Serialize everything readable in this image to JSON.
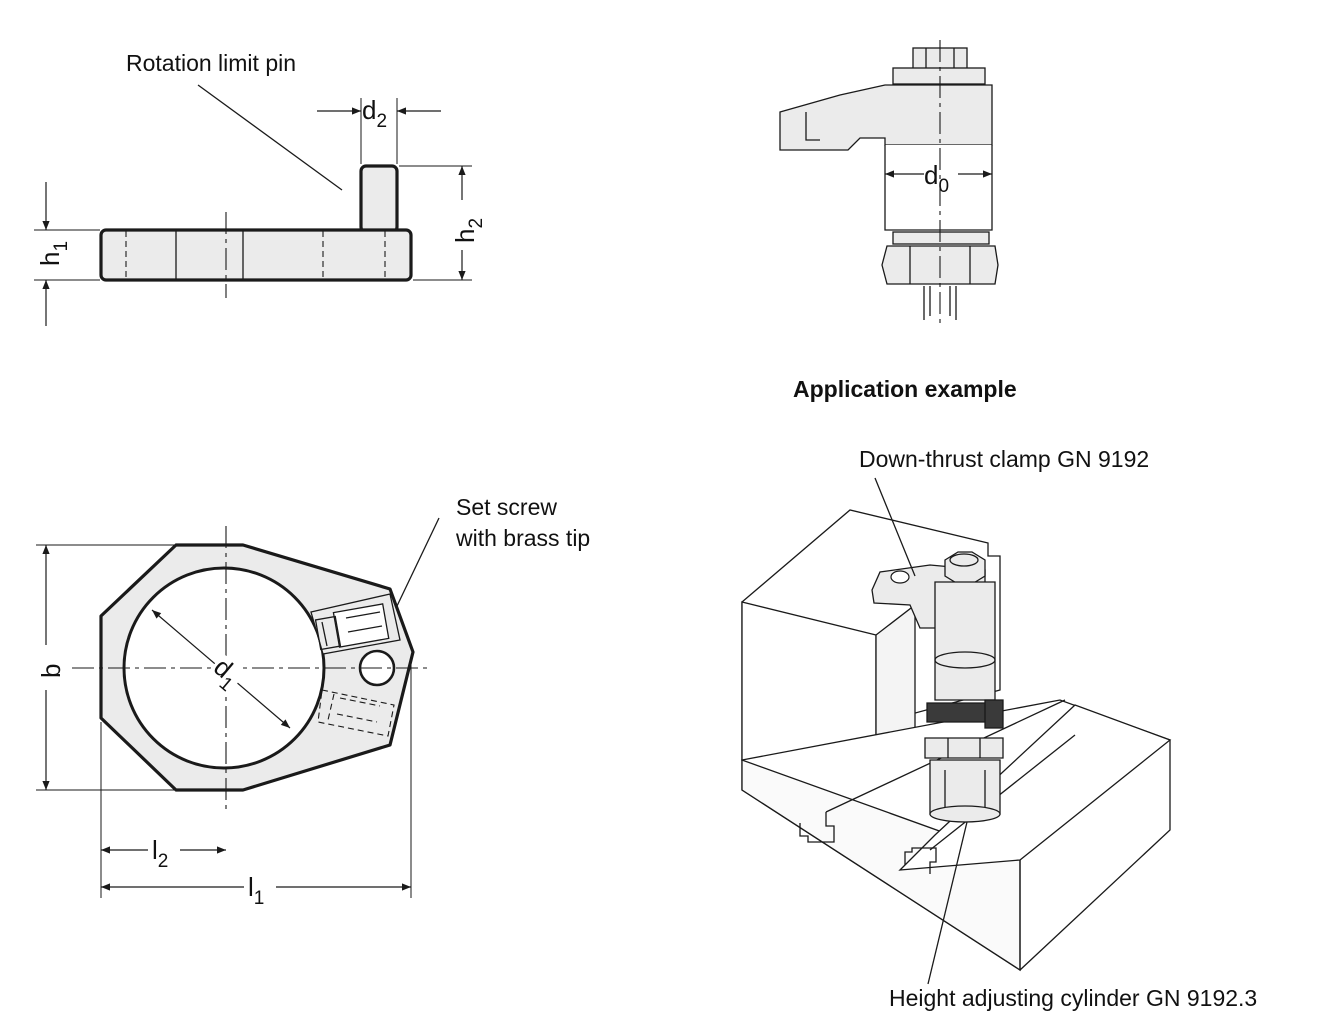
{
  "labels": {
    "rotation_limit_pin": "Rotation limit pin",
    "set_screw_line1": "Set screw",
    "set_screw_line2": "with brass tip",
    "application_example": "Application example",
    "down_thrust_clamp": "Down-thrust clamp GN 9192",
    "height_adjusting_cylinder": "Height adjusting cylinder GN 9192.3"
  },
  "dimensions": {
    "d2": {
      "base": "d",
      "sub": "2"
    },
    "h1": {
      "base": "h",
      "sub": "1"
    },
    "h2": {
      "base": "h",
      "sub": "2"
    },
    "d0": {
      "base": "d",
      "sub": "0"
    },
    "d1": {
      "base": "d",
      "sub": "1"
    },
    "b": {
      "base": "b",
      "sub": ""
    },
    "l2": {
      "base": "l",
      "sub": "2"
    },
    "l1": {
      "base": "l",
      "sub": "1"
    }
  }
}
